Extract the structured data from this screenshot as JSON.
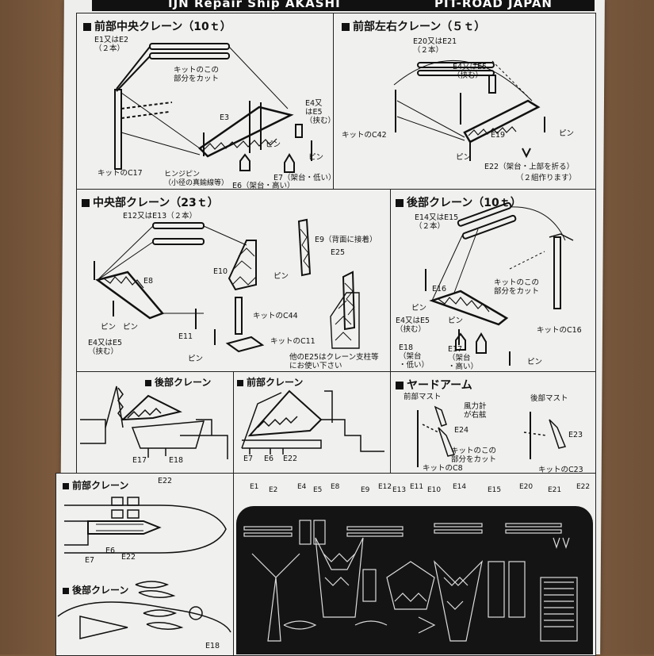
{
  "header": {
    "left": "IJN Repair Ship AKASHI",
    "right": "PIT-ROAD JAPAN"
  },
  "panels": {
    "front_center": {
      "title": "前部中央クレーン（10ｔ）",
      "labels": {
        "e1e2": "E1又はE2\n（２本）",
        "cut": "キットのこの\n部分をカット",
        "e3": "E3",
        "e4e5": "E4又\nはE5\n（挟む）",
        "pin1": "ピン",
        "pin2": "ピン",
        "c17": "キットのC17",
        "hinge": "ヒンジピン\n（小径の真鍮線等）",
        "e7": "E7（架台・低い）",
        "e6": "E6（架台・高い）"
      }
    },
    "front_lr": {
      "title": "前部左右クレーン（５ｔ）",
      "labels": {
        "e20e21": "E20又はE21\n（２本）",
        "e4e5": "E4又はE5\n（挟む）",
        "c42": "キットのC42",
        "e19": "E19",
        "pin1": "ピン",
        "pin2": "ピン",
        "e22": "E22（架台・上部を折る）",
        "set2": "（２組作ります）"
      }
    },
    "center": {
      "title": "中央部クレーン（23ｔ）",
      "labels": {
        "e12e13": "E12又はE13（２本）",
        "e9": "E9（背面に接着）",
        "e25": "E25",
        "e8": "E8",
        "e10": "E10",
        "pin1": "ピン",
        "pin2": "ピン",
        "pin3": "ピン",
        "pin4": "ピン",
        "e4e5": "E4又はE5\n（挟む）",
        "e11": "E11",
        "c44": "キットのC44",
        "c11": "キットのC11",
        "note": "他のE25はクレーン支柱等\nにお使い下さい"
      }
    },
    "rear": {
      "title": "後部クレーン（10ｔ）",
      "labels": {
        "e14e15": "E14又はE15\n（２本）",
        "cut": "キットのこの\n部分をカット",
        "e16": "E16",
        "pin1": "ピン",
        "pin2": "ピン",
        "e4e5": "E4又はE5\n（挟む）",
        "c16": "キットのC16",
        "e18": "E18\n（架台\n・低い）",
        "e17": "E17\n（架台\n・高い）",
        "pin3": "ピン"
      }
    },
    "rear_view": {
      "title": "後部クレーン",
      "e17": "E17",
      "e18": "E18"
    },
    "front_view": {
      "title": "前部クレーン",
      "e7": "E7",
      "e6": "E6",
      "e22": "E22"
    },
    "yard": {
      "title": "ヤードアーム",
      "front_mast": "前部マスト",
      "rear_mast": "後部マスト",
      "wind": "風力計\nが右舷",
      "e24": "E24",
      "e23": "E23",
      "cut": "キットのこの\n部分をカット",
      "c8": "キットのC8",
      "c23": "キットのC23"
    },
    "front_plan": {
      "title": "前部クレーン",
      "e22a": "E22",
      "e6": "E6",
      "e7": "E7",
      "e22b": "E22"
    },
    "rear_plan": {
      "title": "後部クレーン",
      "e18": "E18"
    }
  },
  "parts": [
    "E1",
    "E2",
    "E4",
    "E5",
    "E8",
    "E9",
    "E12",
    "E13",
    "E11",
    "E10",
    "E14",
    "E15",
    "E20",
    "E21",
    "E22"
  ]
}
